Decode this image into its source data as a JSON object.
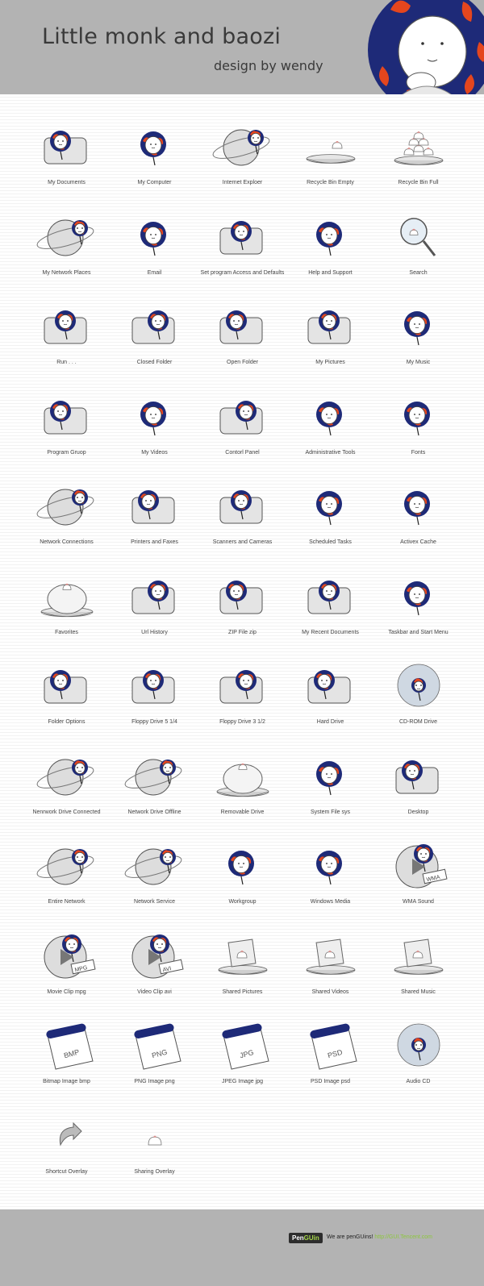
{
  "header": {
    "title": "Little monk and baozi",
    "subtitle": "design by wendy"
  },
  "colors": {
    "navy": "#1e2a78",
    "flame": "#e4461e",
    "gray": "#b3b3b3",
    "green": "#8dc63f"
  },
  "icons": [
    {
      "label": "My Documents",
      "icon": "documents-icon"
    },
    {
      "label": "My Computer",
      "icon": "computer-icon"
    },
    {
      "label": "Internet Exploer",
      "icon": "internet-explorer-icon"
    },
    {
      "label": "Recycle Bin Empty",
      "icon": "recycle-bin-empty-icon"
    },
    {
      "label": "Recycle Bin Full",
      "icon": "recycle-bin-full-icon"
    },
    {
      "label": "My Network Places",
      "icon": "network-places-icon"
    },
    {
      "label": "Email",
      "icon": "email-icon"
    },
    {
      "label": "Set program Access and Defaults",
      "icon": "program-access-icon"
    },
    {
      "label": "Help and Support",
      "icon": "help-icon"
    },
    {
      "label": "Search",
      "icon": "search-icon"
    },
    {
      "label": "Run . . .",
      "icon": "run-icon"
    },
    {
      "label": "Closed Folder",
      "icon": "closed-folder-icon"
    },
    {
      "label": "Open Folder",
      "icon": "open-folder-icon"
    },
    {
      "label": "My Pictures",
      "icon": "pictures-icon"
    },
    {
      "label": "My Music",
      "icon": "music-icon"
    },
    {
      "label": "Program Gruop",
      "icon": "program-group-icon"
    },
    {
      "label": "My Videos",
      "icon": "videos-icon"
    },
    {
      "label": "Contorl Panel",
      "icon": "control-panel-icon"
    },
    {
      "label": "Administrative  Tools",
      "icon": "admin-tools-icon"
    },
    {
      "label": "Fonts",
      "icon": "fonts-icon"
    },
    {
      "label": "Network Connections",
      "icon": "network-connections-icon"
    },
    {
      "label": "Printers and Faxes",
      "icon": "printer-icon"
    },
    {
      "label": "Scanners and Cameras",
      "icon": "scanner-icon"
    },
    {
      "label": "Scheduled Tasks",
      "icon": "scheduled-tasks-icon"
    },
    {
      "label": "Activex Cache",
      "icon": "activex-cache-icon"
    },
    {
      "label": "Favorites",
      "icon": "favorites-icon"
    },
    {
      "label": "Url History",
      "icon": "url-history-icon"
    },
    {
      "label": "ZIP File zip",
      "icon": "zip-icon"
    },
    {
      "label": "My Recent Documents",
      "icon": "recent-documents-icon"
    },
    {
      "label": "Taskbar  and Start Menu",
      "icon": "taskbar-icon"
    },
    {
      "label": "Folder Options",
      "icon": "folder-options-icon"
    },
    {
      "label": "Floppy Drive 5  1/4",
      "icon": "floppy-5-icon"
    },
    {
      "label": "Floppy Drive 3  1/2",
      "icon": "floppy-3-icon"
    },
    {
      "label": "Hard Drive",
      "icon": "hard-drive-icon"
    },
    {
      "label": "CD-ROM Drive",
      "icon": "cdrom-icon"
    },
    {
      "label": "Nenrwork Drive Connected",
      "icon": "network-drive-connected-icon"
    },
    {
      "label": "Network Drive Offline",
      "icon": "network-drive-offline-icon"
    },
    {
      "label": "Removable Drive",
      "icon": "removable-drive-icon"
    },
    {
      "label": "System File sys",
      "icon": "system-file-icon"
    },
    {
      "label": "Desktop",
      "icon": "desktop-icon"
    },
    {
      "label": "Entire  Network",
      "icon": "entire-network-icon"
    },
    {
      "label": "Network Service",
      "icon": "network-service-icon"
    },
    {
      "label": "Workgroup",
      "icon": "workgroup-icon"
    },
    {
      "label": "Windows Media",
      "icon": "windows-media-icon"
    },
    {
      "label": "WMA  Sound",
      "icon": "wma-icon",
      "tag": "WMA"
    },
    {
      "label": "Movie Clip mpg",
      "icon": "mpg-icon",
      "tag": "MPG"
    },
    {
      "label": "Video Clip avi",
      "icon": "avi-icon",
      "tag": "AVI"
    },
    {
      "label": "Shared Pictures",
      "icon": "shared-pictures-icon"
    },
    {
      "label": "Shared Videos",
      "icon": "shared-videos-icon"
    },
    {
      "label": "Shared Music",
      "icon": "shared-music-icon"
    },
    {
      "label": "Bitmap Image bmp",
      "icon": "bmp-icon",
      "tag": "BMP"
    },
    {
      "label": "PNG Image png",
      "icon": "png-icon",
      "tag": "PNG"
    },
    {
      "label": "JPEG Image jpg",
      "icon": "jpg-icon",
      "tag": "JPG"
    },
    {
      "label": "PSD Image psd",
      "icon": "psd-icon",
      "tag": "PSD"
    },
    {
      "label": "Audio CD",
      "icon": "audio-cd-icon"
    },
    {
      "label": "Shortcut Overlay",
      "icon": "shortcut-overlay-icon"
    },
    {
      "label": "Sharing Overlay",
      "icon": "sharing-overlay-icon"
    }
  ],
  "footer": {
    "badge_a": "Pen",
    "badge_b": "GUin",
    "tagline": "We are penGUins!",
    "url": "http://GUI.Tencent.com"
  }
}
